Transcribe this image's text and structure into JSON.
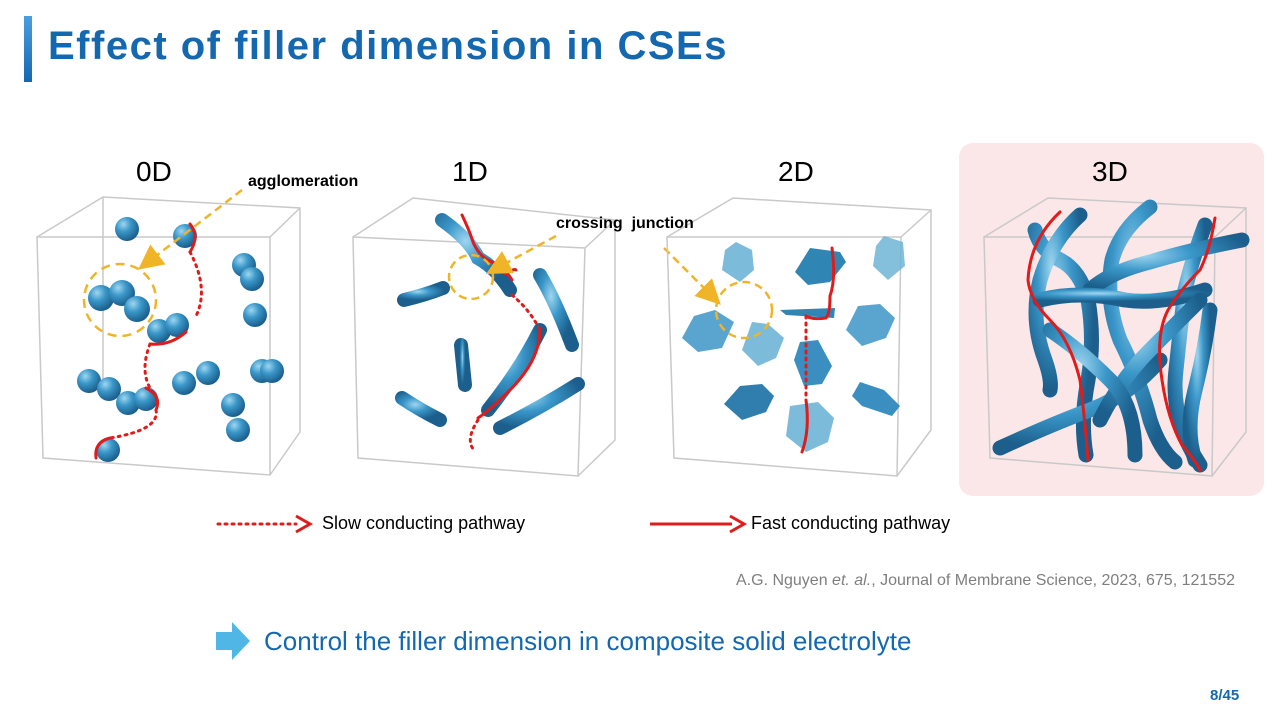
{
  "slide": {
    "title": "Effect of filler dimension in CSEs",
    "page_number": "8/45"
  },
  "panels": [
    {
      "label": "0D"
    },
    {
      "label": "1D"
    },
    {
      "label": "2D"
    },
    {
      "label": "3D"
    }
  ],
  "annotations": {
    "agglomeration": "agglomeration",
    "crossing_junction": "crossing  junction"
  },
  "legend": {
    "slow": "Slow conducting pathway",
    "fast": "Fast conducting pathway"
  },
  "citation": {
    "authors": "A.G. Nguyen ",
    "etal": "et. al.",
    "rest": ", Journal of Membrane Science, 2023, 675, 121552"
  },
  "conclusion": "Control the filler dimension in composite solid electrolyte",
  "colors": {
    "title": "#1468b0",
    "accent_bar": "#1f77c9",
    "filler": "#3a97c9",
    "pathway": "#e01b1b",
    "annotation_arrow": "#f0b429",
    "highlight_bg": "#fbe7e7",
    "conclusion_arrow": "#4fb6e6",
    "citation": "#7f7f7f",
    "box": "#c9c9c9"
  }
}
